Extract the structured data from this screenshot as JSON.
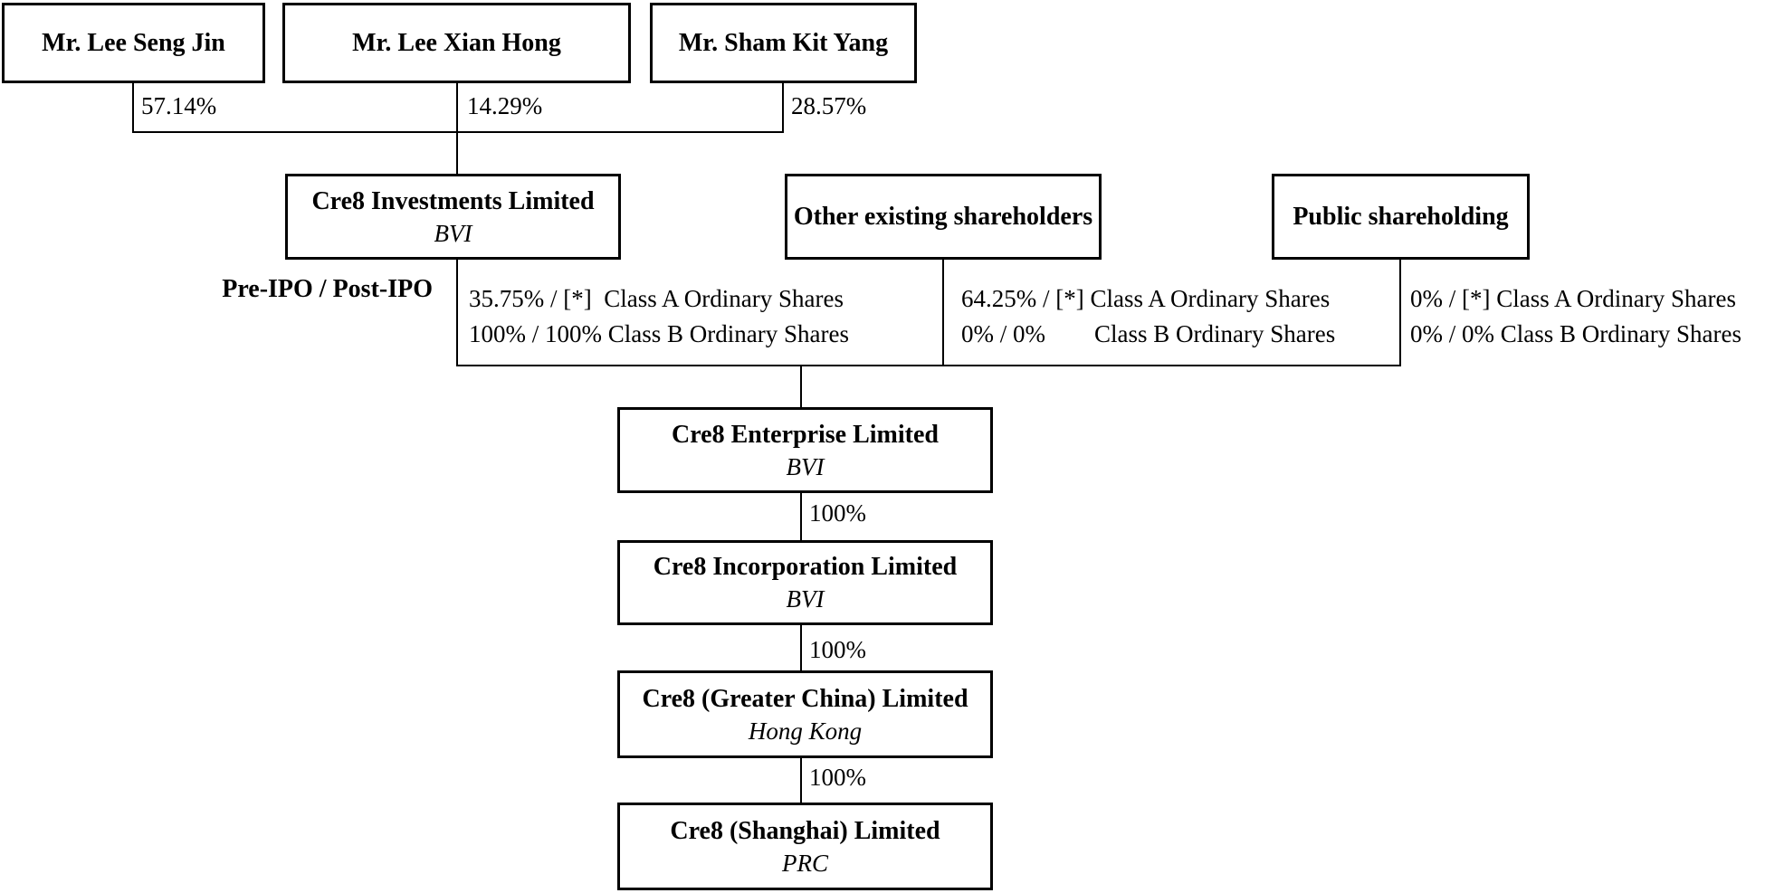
{
  "colors": {
    "ink": "#000000",
    "background": "#ffffff"
  },
  "shareholders": [
    {
      "name": "Mr. Lee Seng Jin",
      "ownership": "57.14%"
    },
    {
      "name": "Mr. Lee Xian Hong",
      "ownership": "14.29%"
    },
    {
      "name": "Mr. Sham Kit Yang",
      "ownership": "28.57%"
    }
  ],
  "ipo_row": {
    "label": "Pre-IPO / Post-IPO",
    "holders": [
      {
        "name": "Cre8 Investments Limited",
        "jurisdiction": "BVI",
        "class_a": "35.75% / [*]  Class A Ordinary Shares",
        "class_b": "100% / 100% Class B Ordinary Shares"
      },
      {
        "name": "Other existing shareholders",
        "class_a": "64.25% / [*] Class A Ordinary Shares",
        "class_b": "0% / 0%        Class B Ordinary Shares"
      },
      {
        "name": "Public shareholding",
        "class_a": "0% / [*] Class A Ordinary Shares",
        "class_b": "0% / 0% Class B Ordinary Shares"
      }
    ]
  },
  "chain": [
    {
      "name": "Cre8 Enterprise Limited",
      "jurisdiction": "BVI"
    },
    {
      "name": "Cre8 Incorporation Limited",
      "jurisdiction": "BVI",
      "stake": "100%"
    },
    {
      "name": "Cre8 (Greater China) Limited",
      "jurisdiction": "Hong Kong",
      "stake": "100%"
    },
    {
      "name": "Cre8 (Shanghai) Limited",
      "jurisdiction": "PRC",
      "stake": "100%"
    }
  ]
}
